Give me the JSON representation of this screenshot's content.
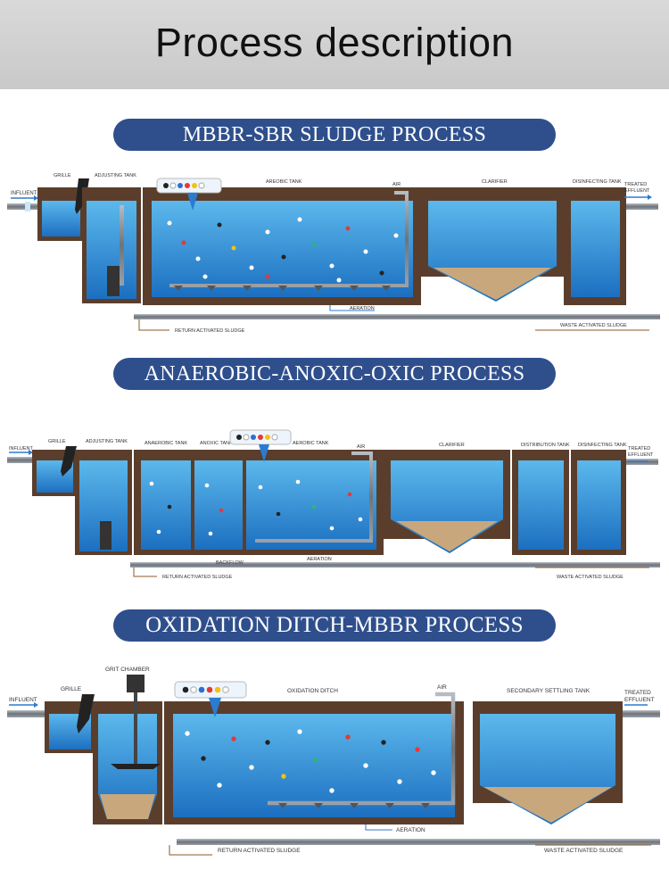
{
  "header": {
    "title": "Process description"
  },
  "processes": [
    {
      "title": "MBBR-SBR SLUDGE PROCESS",
      "labels": {
        "influent": "INFLUENT",
        "grille": "GRILLE",
        "adjusting_tank": "ADJUSTING TANK",
        "aerobic_tank": "AREOBIC TANK",
        "air": "AIR",
        "clarifier": "CLARIFIER",
        "disinfecting_tank": "DISINFECTING TANK",
        "treated_effluent_1": "TREATED",
        "treated_effluent_2": "EFFLUENT",
        "aeration": "AERATION",
        "return_sludge": "RETURN ACTIVATED SLUDGE",
        "waste_sludge": "WASTE ACTIVATED SLUDGE"
      }
    },
    {
      "title": "ANAEROBIC-ANOXIC-OXIC PROCESS",
      "labels": {
        "influent": "INFLUENT",
        "grille": "GRILLE",
        "adjusting_tank": "ADJUSTING TANK",
        "anaerobic_tank": "ANAEROBIC TANK",
        "anoxic_tank": "ANOXIC TANK",
        "aerobic_tank": "AEROBIC TANK",
        "air": "AIR",
        "clarifier": "CLARIFIER",
        "distribution_tank": "DISTRIBUTION TANK",
        "disinfecting_tank": "DISINFECTING TANK",
        "treated_effluent_1": "TREATED",
        "treated_effluent_2": "EFFLUENT",
        "backflow": "BACKFLOW",
        "aeration": "AERATION",
        "return_sludge": "RETURN ACTIVATED SLUDGE",
        "waste_sludge": "WASTE ACTIVATED SLUDGE"
      }
    },
    {
      "title": "OXIDATION DITCH-MBBR PROCESS",
      "labels": {
        "influent": "INFLUENT",
        "grille": "GRILLE",
        "grit_chamber": "GRIT CHAMBER",
        "oxidation_ditch": "OXIDATION DITCH",
        "air": "AIR",
        "secondary_settling_tank": "SECONDARY SETTLING TANK",
        "treated_effluent_1": "TREATED",
        "treated_effluent_2": "EFFLUENT",
        "aeration": "AERATION",
        "return_sludge": "RETURN ACTIVATED SLUDGE",
        "waste_sludge": "WASTE ACTIVATED SLUDGE"
      }
    }
  ],
  "colors": {
    "banner": "#2f4f8c",
    "water_top": "#3fa3e0",
    "water_bottom": "#1f74c4",
    "wall": "#5a3e2b",
    "sediment": "#c9a77c",
    "pipe": "#8a8f96",
    "flow_arrow": "#2b7bd1"
  },
  "icons": [
    "grille-icon",
    "pump-icon",
    "media-carrier-icon",
    "mixer-icon",
    "valve-icon"
  ]
}
